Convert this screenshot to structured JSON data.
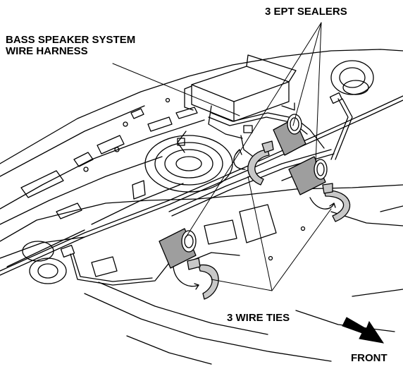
{
  "labels": {
    "ept_sealers": "3 EPT SEALERS",
    "harness_line1": "BASS SPEAKER SYSTEM",
    "harness_line2": "WIRE HARNESS",
    "wire_ties": "3 WIRE TIES",
    "front": "FRONT"
  },
  "colors": {
    "line": "#000000",
    "sealer_fill": "#9e9e9e",
    "tie_fill": "#c8c8c8",
    "background": "#ffffff"
  },
  "icons": {
    "front_arrow": "front-direction-arrow-icon"
  }
}
